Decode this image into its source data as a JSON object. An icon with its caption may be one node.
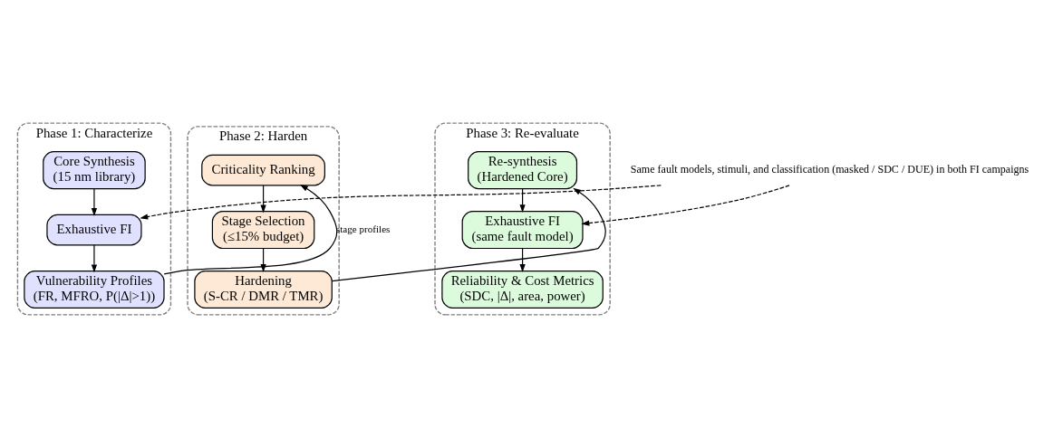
{
  "diagram": {
    "nodes": [
      {
        "text": [
          "Phase 1: Characterize"
        ]
      },
      {
        "text": [
          "Core Synthesis",
          "(15 nm library)"
        ],
        "in": 0
      },
      {
        "text": [
          "Exhaustive FI"
        ],
        "in": 0
      },
      {
        "text": [
          "Vulnerability Profiles",
          "(FR, MFRO, P(|Δ|>1))"
        ],
        "in": 0
      },
      {
        "text": [
          "Phase 2: Harden"
        ]
      },
      {
        "text": [
          "Criticality Ranking"
        ],
        "in": 4
      },
      {
        "text": [
          "Stage Selection",
          "(≤15% budget)"
        ],
        "in": 4
      },
      {
        "text": [
          "Hardening",
          "(S-CR / DMR / TMR)"
        ],
        "in": 4
      },
      {
        "text": [
          "Phase 3: Re-evaluate"
        ]
      },
      {
        "text": [
          "Re-synthesis",
          "(Hardened Core)"
        ],
        "in": 8
      },
      {
        "text": [
          "Exhaustive FI",
          "(same fault model)"
        ],
        "in": 8
      },
      {
        "text": [
          "Reliability & Cost Metrics",
          "(SDC, |Δ|, area, power)"
        ],
        "in": 8
      },
      {
        "text": [
          "Same fault models, stimuli, and classification (masked / SDC / DUE) in both FI campaigns"
        ]
      }
    ],
    "edges": [
      {
        "from": 1,
        "to": 2,
        "arrow": "to"
      },
      {
        "from": 2,
        "to": 3,
        "arrow": "to"
      },
      {
        "from": 3,
        "to": 5,
        "arrow": "to",
        "label": "stage profiles"
      },
      {
        "from": 5,
        "to": 6,
        "arrow": "to"
      },
      {
        "from": 6,
        "to": 7,
        "arrow": "to"
      },
      {
        "from": 7,
        "to": 9,
        "arrow": "to"
      },
      {
        "from": 9,
        "to": 10,
        "arrow": "to"
      },
      {
        "from": 10,
        "to": 11,
        "arrow": "to"
      },
      {
        "from": 12,
        "to": 2,
        "arrow": "to",
        "style": "dashed"
      },
      {
        "from": 12,
        "to": 10,
        "arrow": "to",
        "style": "dashed"
      }
    ]
  }
}
